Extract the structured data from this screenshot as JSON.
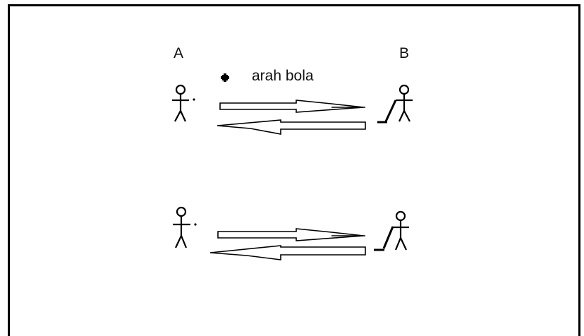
{
  "labels": {
    "player_a": "A",
    "player_b": "B",
    "legend_text": "arah bola"
  },
  "icons": {
    "legend": "ball-marker-icon",
    "player": "stick-figure-icon",
    "batter": "stick-figure-with-bat-icon",
    "arrow": "hollow-arrow-icon"
  },
  "colors": {
    "line": "#000000",
    "background": "#ffffff",
    "text": "#111111"
  }
}
